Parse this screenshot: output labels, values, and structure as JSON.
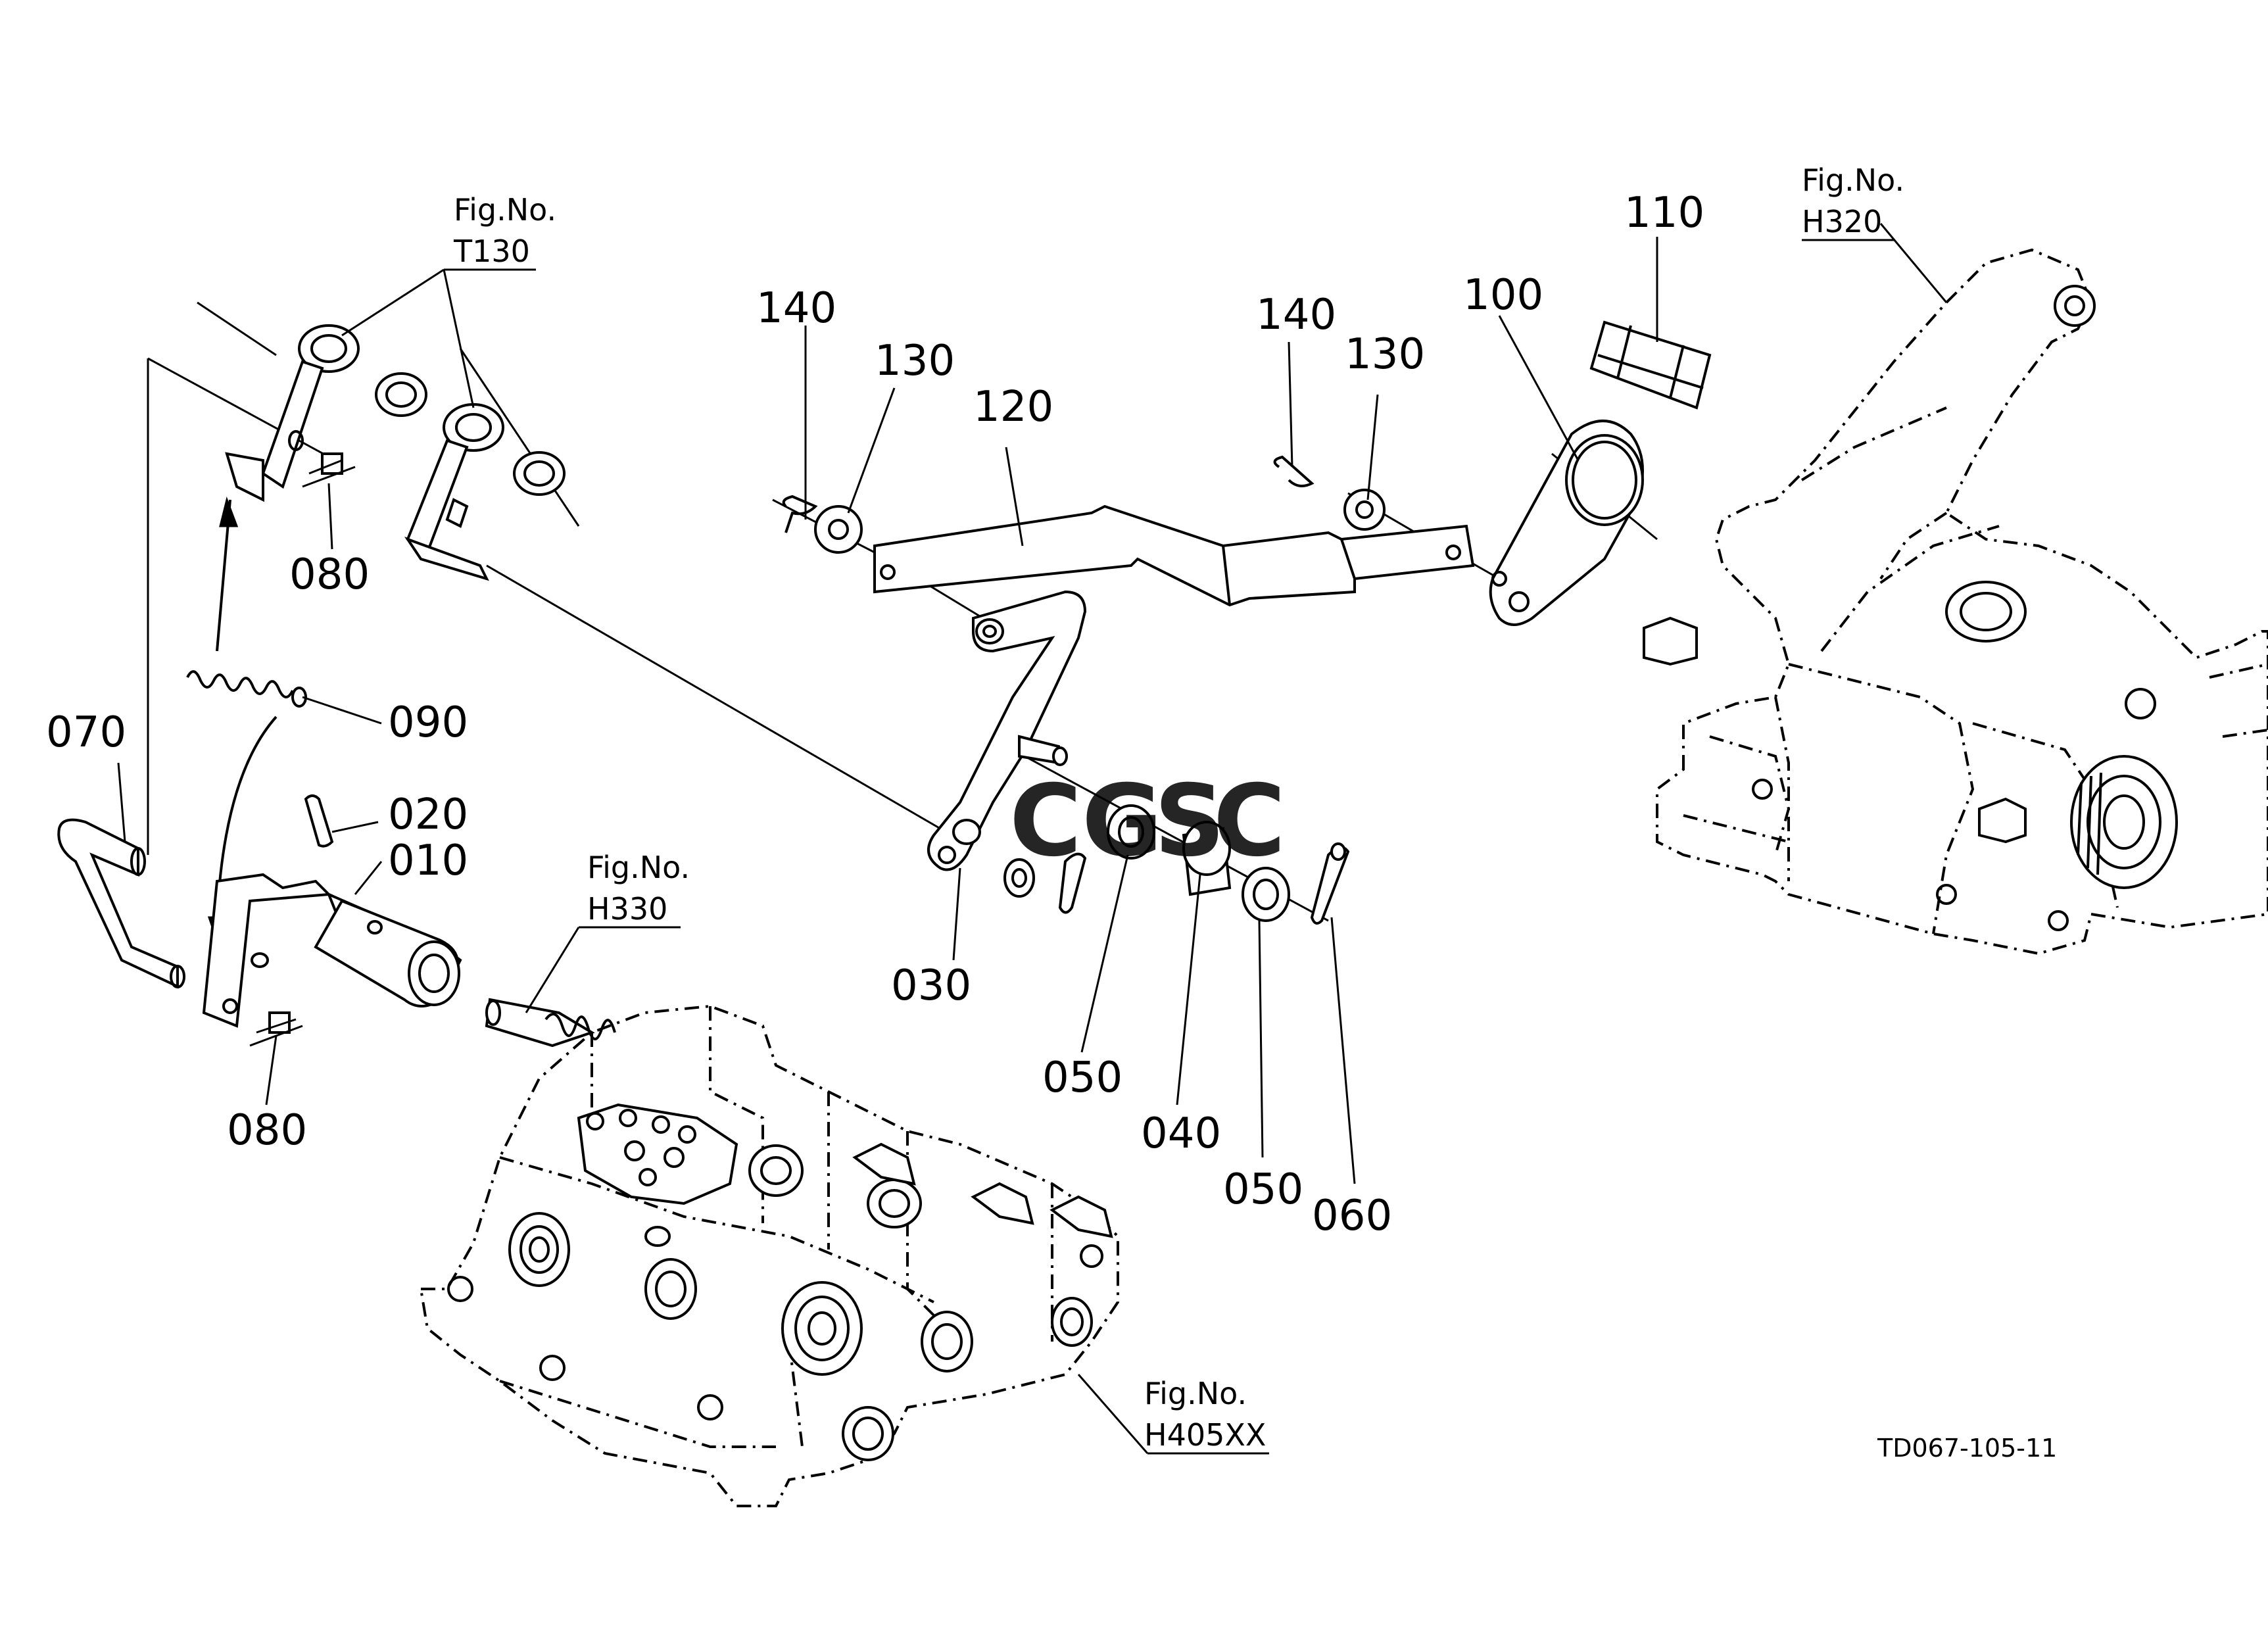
{
  "diagram": {
    "part_labels": [
      {
        "id": "p010",
        "text": "010"
      },
      {
        "id": "p020",
        "text": "020"
      },
      {
        "id": "p030",
        "text": "030"
      },
      {
        "id": "p040",
        "text": "040"
      },
      {
        "id": "p050a",
        "text": "050"
      },
      {
        "id": "p050b",
        "text": "050"
      },
      {
        "id": "p060",
        "text": "060"
      },
      {
        "id": "p070",
        "text": "070"
      },
      {
        "id": "p080a",
        "text": "080"
      },
      {
        "id": "p080b",
        "text": "080"
      },
      {
        "id": "p090",
        "text": "090"
      },
      {
        "id": "p100",
        "text": "100"
      },
      {
        "id": "p110",
        "text": "110"
      },
      {
        "id": "p120",
        "text": "120"
      },
      {
        "id": "p130a",
        "text": "130"
      },
      {
        "id": "p130b",
        "text": "130"
      },
      {
        "id": "p140a",
        "text": "140"
      },
      {
        "id": "p140b",
        "text": "140"
      }
    ],
    "figure_refs": [
      {
        "id": "t130",
        "label": "Fig.No.",
        "number": "T130"
      },
      {
        "id": "h330",
        "label": "Fig.No.",
        "number": "H330"
      },
      {
        "id": "h320",
        "label": "Fig.No.",
        "number": "H320"
      },
      {
        "id": "h405",
        "label": "Fig.No.",
        "number": "H405XX"
      }
    ],
    "drawing_code": "TD067-105-11",
    "watermark": {
      "text": "CGSC",
      "colors": [
        "#4285f4",
        "#ea4335",
        "#fbbc05",
        "#34a853"
      ]
    }
  }
}
